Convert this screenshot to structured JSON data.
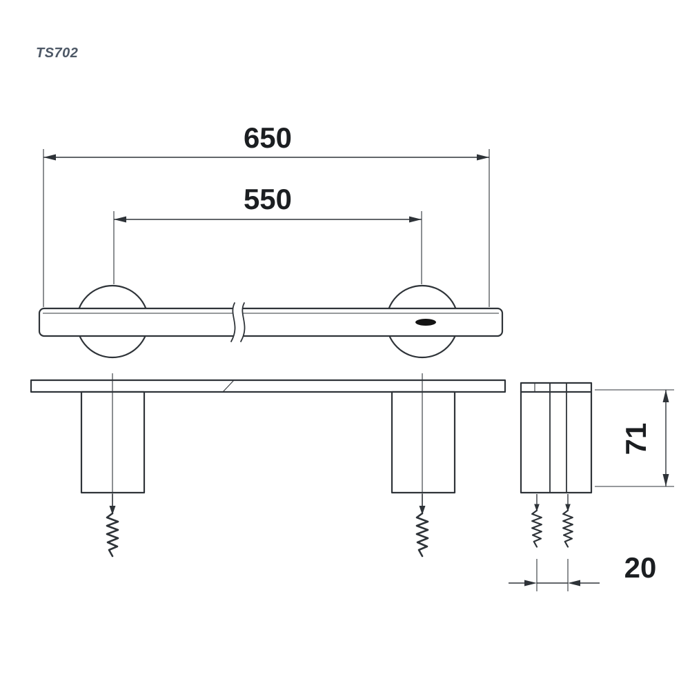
{
  "page": {
    "background": "#ffffff"
  },
  "palette": {
    "page_bg": "#ffffff",
    "line": "#2e3338",
    "text": "#1b1e21",
    "model_label": "#4d5866",
    "slot_fill": "#141414"
  },
  "header": {
    "model_label": "TS702"
  },
  "dimensions": {
    "overall_length": "650",
    "mounting_pitch": "550",
    "bracket_height": "71",
    "anchor_spacing": "20"
  }
}
